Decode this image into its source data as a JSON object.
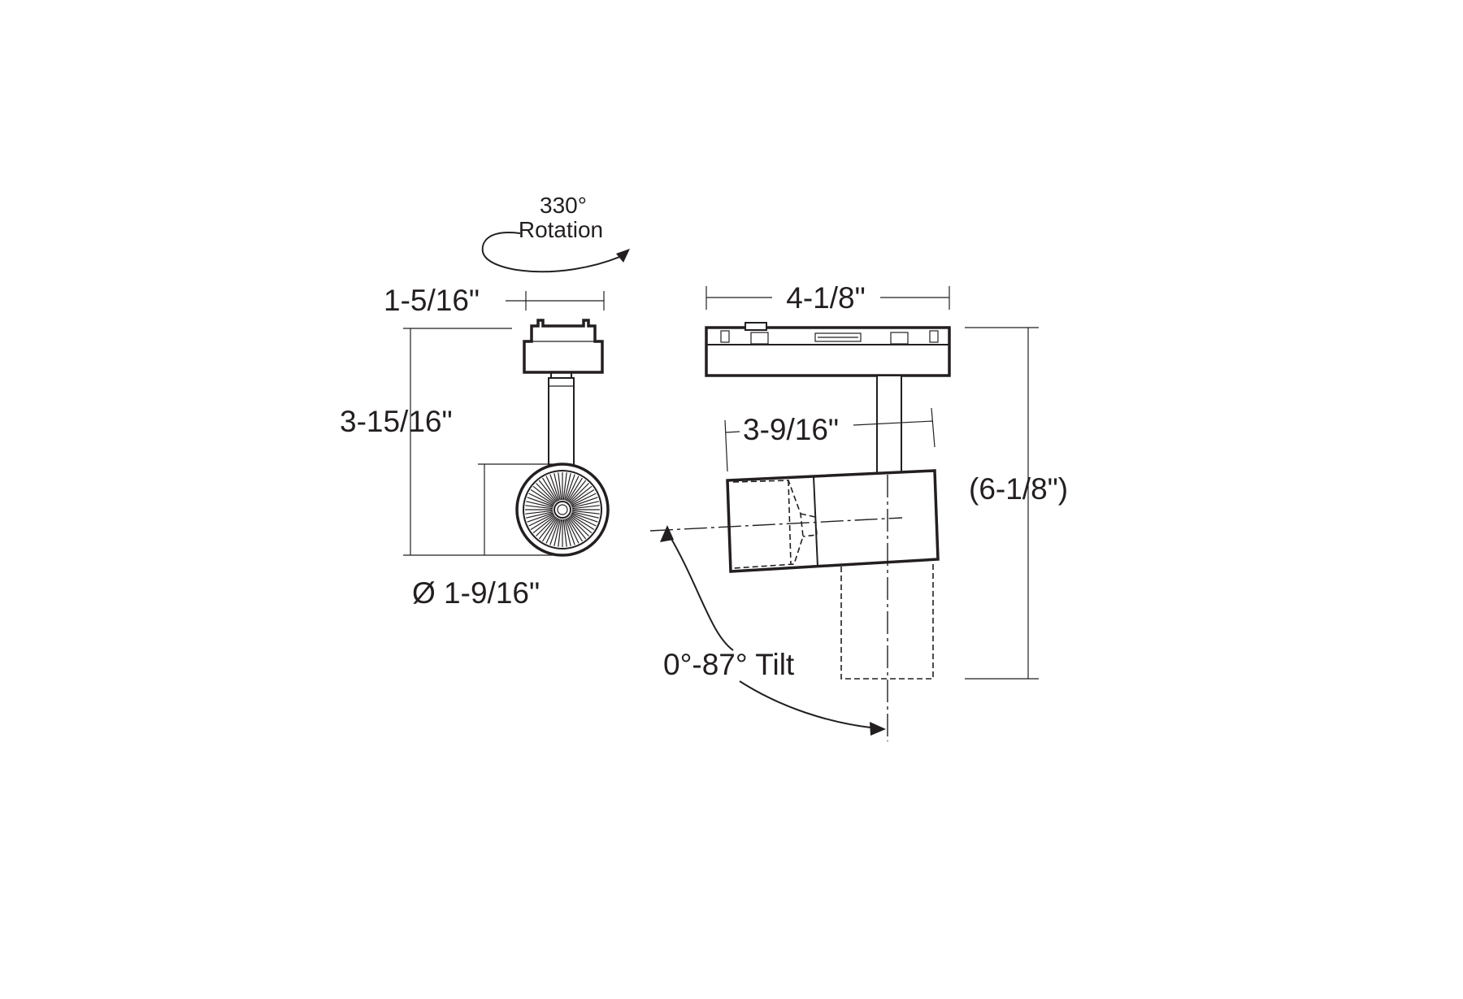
{
  "labels": {
    "rotation_degrees": "330°",
    "rotation_word": "Rotation",
    "front_width": "1-5/16\"",
    "front_height": "3-15/16\"",
    "head_diameter": "Ø 1-9/16\"",
    "side_length": "4-1/8\"",
    "head_length": "3-9/16\"",
    "overall_height": "(6-1/8\")",
    "tilt": "0°-87° Tilt"
  },
  "colors": {
    "line": "#231f20",
    "background": "#ffffff"
  }
}
